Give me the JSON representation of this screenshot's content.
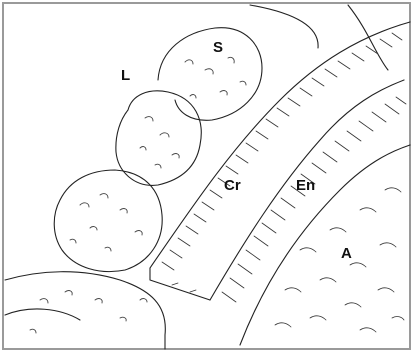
{
  "figure": {
    "labels": {
      "S": "S",
      "L": "L",
      "Cr": "Cr",
      "En": "En",
      "A": "A"
    },
    "colors": {
      "line": "#222222",
      "border": "#9a9a9a",
      "background": "#ffffff"
    }
  }
}
